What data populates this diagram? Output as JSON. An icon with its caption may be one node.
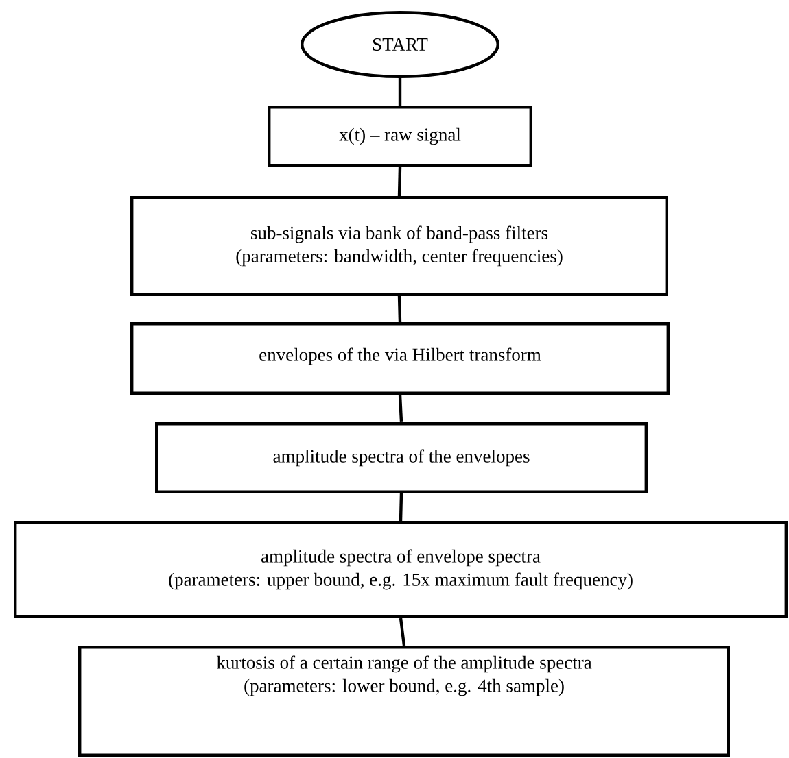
{
  "diagram": {
    "nodes": [
      {
        "text": [
          "START"
        ]
      },
      {
        "text": [
          "x(t) – raw signal"
        ]
      },
      {
        "text": [
          "sub-signals via bank of band-pass filters",
          "(parameters: bandwidth, center frequencies)"
        ]
      },
      {
        "text": [
          "envelopes of the via Hilbert transform"
        ]
      },
      {
        "text": [
          "amplitude spectra of the envelopes"
        ]
      },
      {
        "text": [
          "amplitude spectra of envelope spectra",
          "(parameters: upper bound, e.g. 15x maximum fault frequency)"
        ]
      },
      {
        "text": [
          "kurtosis of a certain range of the amplitude spectra",
          "(parameters: lower bound, e.g. 4th sample)"
        ]
      }
    ],
    "edges": [
      {
        "from": 0,
        "to": 1,
        "arrow": "none"
      },
      {
        "from": 1,
        "to": 2,
        "arrow": "none"
      },
      {
        "from": 2,
        "to": 3,
        "arrow": "none"
      },
      {
        "from": 3,
        "to": 4,
        "arrow": "none"
      },
      {
        "from": 4,
        "to": 5,
        "arrow": "none"
      },
      {
        "from": 5,
        "to": 6,
        "arrow": "none"
      }
    ]
  }
}
